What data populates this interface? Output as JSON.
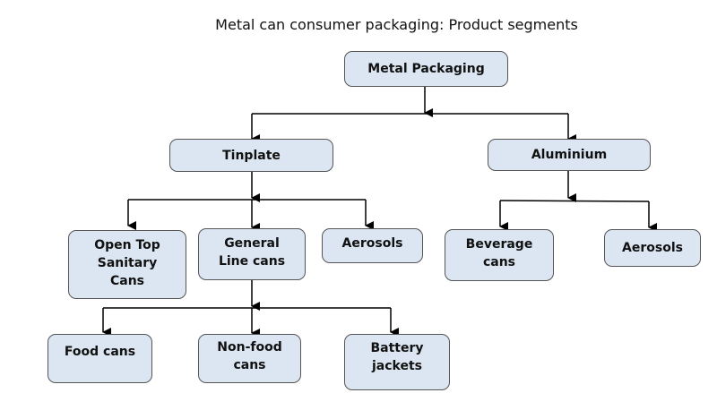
{
  "title": "Metal can consumer packaging: Product segments",
  "nodes": {
    "metal_packaging": "Metal Packaging",
    "tinplate": "Tinplate",
    "aluminium": "Aluminium",
    "open_top": "Open Top\nSanitary\nCans",
    "general_line": "General\nLine cans",
    "aerosols_tin": "Aerosols",
    "beverage": "Beverage\ncans",
    "aerosols_alu": "Aerosols",
    "food_cans": "Food cans",
    "non_food": "Non-food\ncans",
    "battery": "Battery\njackets"
  },
  "colors": {
    "box_fill": "#dce6f2",
    "box_border": "#555555",
    "line": "#000000"
  }
}
